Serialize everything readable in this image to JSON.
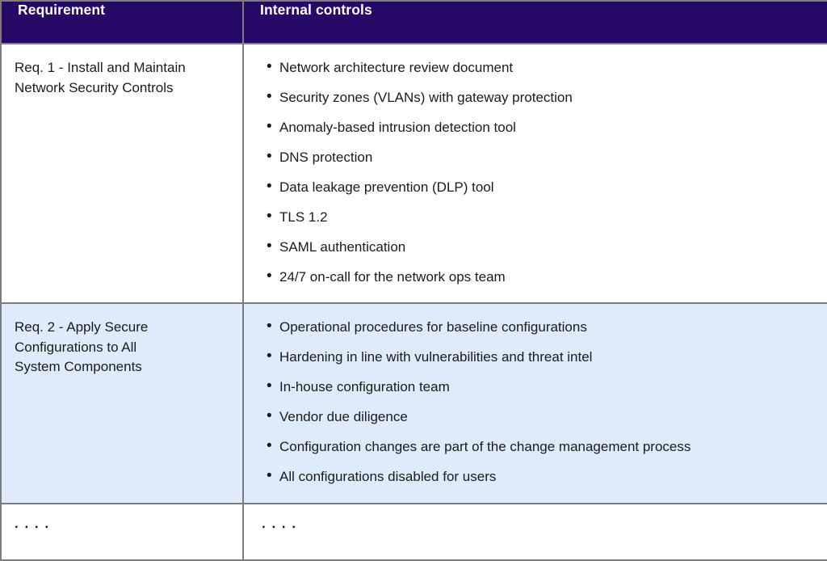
{
  "colors": {
    "header_bg": "#270a68",
    "header_text": "#ffffff",
    "alt_row_bg": "#ddebfb",
    "border": "#7d7d7d",
    "body_text": "#1b1b1b"
  },
  "table": {
    "headers": [
      "Requirement",
      "Internal controls"
    ],
    "rows": [
      {
        "requirement": "Req. 1 - Install and Maintain Network Security Controls",
        "controls": [
          "Network architecture review document",
          "Security zones (VLANs) with gateway protection",
          "Anomaly-based intrusion detection tool",
          "DNS protection",
          "Data leakage prevention (DLP) tool",
          "TLS 1.2",
          "SAML authentication",
          "24/7 on-call for the network ops team"
        ]
      },
      {
        "requirement": "Req. 2 - Apply Secure Configurations to All System Components",
        "controls": [
          "Operational procedures for baseline configurations",
          "Hardening in line with vulnerabilities and threat intel",
          "In-house configuration team",
          "Vendor due diligence",
          "Configuration changes are part of the change management process",
          "All configurations disabled for users"
        ]
      },
      {
        "requirement": ". . . .",
        "controls_placeholder": ". . . ."
      }
    ]
  }
}
